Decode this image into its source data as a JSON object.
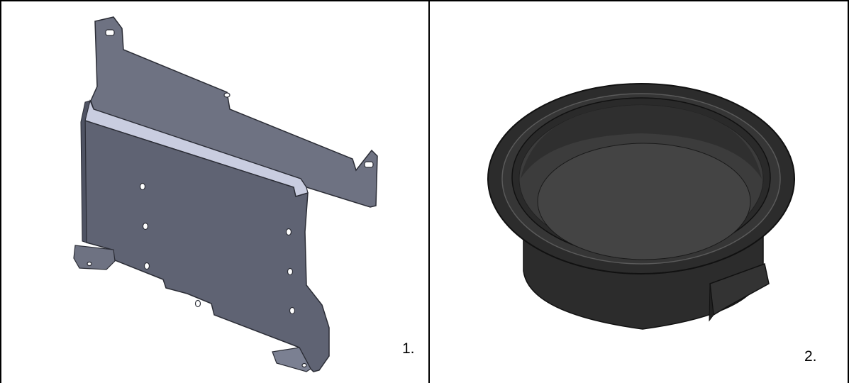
{
  "figures": [
    {
      "label": "1.",
      "icon": "sheet-metal-mounting-bracket",
      "colors": {
        "face": "#6e7282",
        "face_dark": "#4f5363",
        "highlight": "#c9cde0",
        "edge": "#2b2d36"
      }
    },
    {
      "label": "2.",
      "icon": "round-grommet-cup",
      "colors": {
        "body": "#2c2c2c",
        "inner": "#3c3c3c",
        "rim_highlight": "#5a5a5a",
        "edge": "#111111"
      }
    }
  ]
}
